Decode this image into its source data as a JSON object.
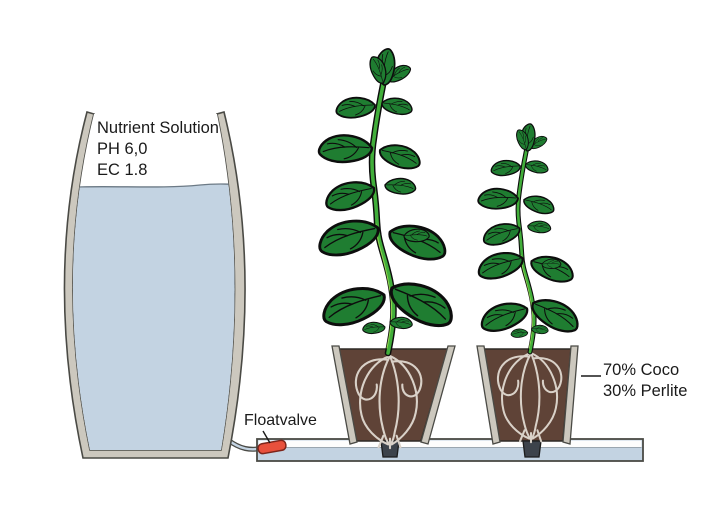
{
  "diagram": {
    "reservoir": {
      "line1": "Nutrient Solution",
      "line2": "PH 6,0",
      "line3": "EC 1.8"
    },
    "floatvalve": {
      "label": "Floatvalve"
    },
    "medium": {
      "line1": "70% Coco",
      "line2": "30% Perlite"
    },
    "colors": {
      "water": "#c3d3e2",
      "tank_wall": "#ccc8be",
      "outline": "#4a4a45",
      "soil": "#5f4337",
      "soil_outline": "#2e2a26",
      "leaf_fill": "#1f7d31",
      "leaf_outline": "#0d0d0d",
      "stem": "#41ae3a",
      "roots": "#d9d1c8",
      "valve": "#e8503c",
      "valve_outline": "#7d241a",
      "plug": "#3d434b",
      "text": "#1a1a1a"
    }
  }
}
